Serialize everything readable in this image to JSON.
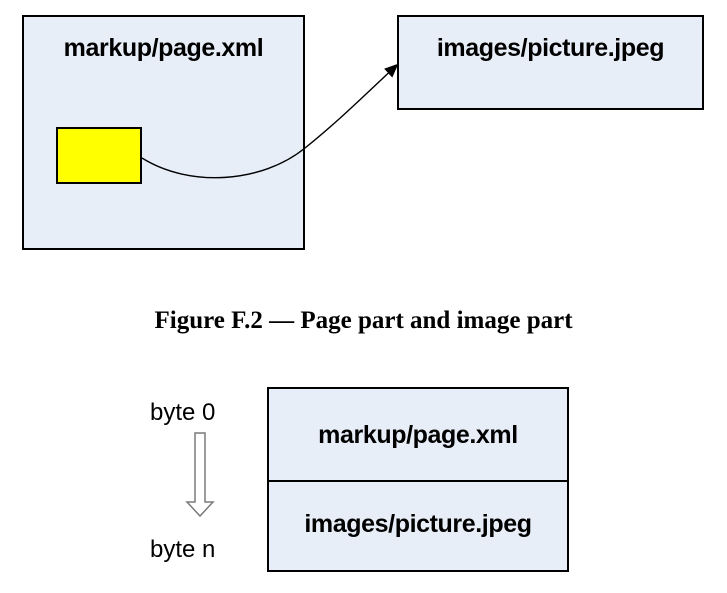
{
  "figure_f2": {
    "page_part": {
      "label": "markup/page.xml",
      "placeholder_color": "#ffff00"
    },
    "image_part": {
      "label": "images/picture.jpeg"
    },
    "box_fill_color": "#e8eef8",
    "caption": "Figure F.2 — Page part and image part"
  },
  "byte_layout": {
    "start_label": "byte 0",
    "end_label": "byte n",
    "parts": [
      {
        "label": "markup/page.xml"
      },
      {
        "label": "images/picture.jpeg"
      }
    ]
  }
}
